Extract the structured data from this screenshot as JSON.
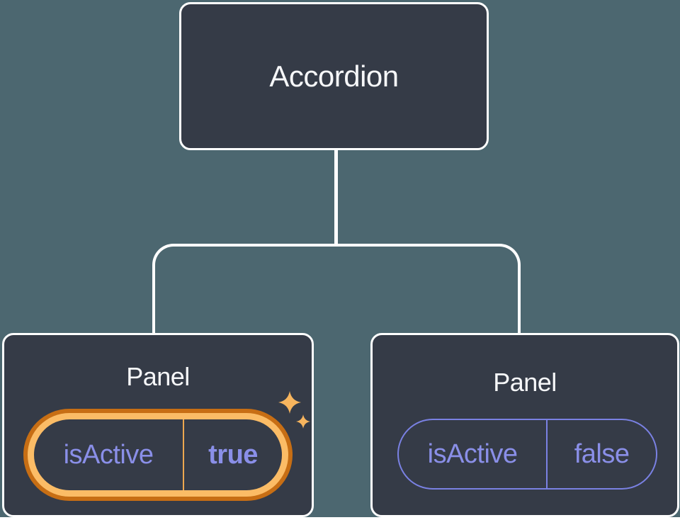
{
  "diagram": {
    "root": {
      "label": "Accordion"
    },
    "panels": [
      {
        "label": "Panel",
        "state_key": "isActive",
        "state_value": "true",
        "highlighted": true
      },
      {
        "label": "Panel",
        "state_key": "isActive",
        "state_value": "false",
        "highlighted": false
      }
    ]
  },
  "colors": {
    "background": "#4C6770",
    "node_fill": "#353B47",
    "node_border": "#FFFFFF",
    "connector": "#FFFFFF",
    "title_text": "#F6F7F9",
    "state_text": "#8A8FE8",
    "state_pill_border": "#7A81E3",
    "highlight_ring_outer": "#C76E14",
    "highlight_ring_inner": "#FBBC66",
    "highlight_divider": "#EDA74F",
    "sparkle": "#F7B55E"
  }
}
